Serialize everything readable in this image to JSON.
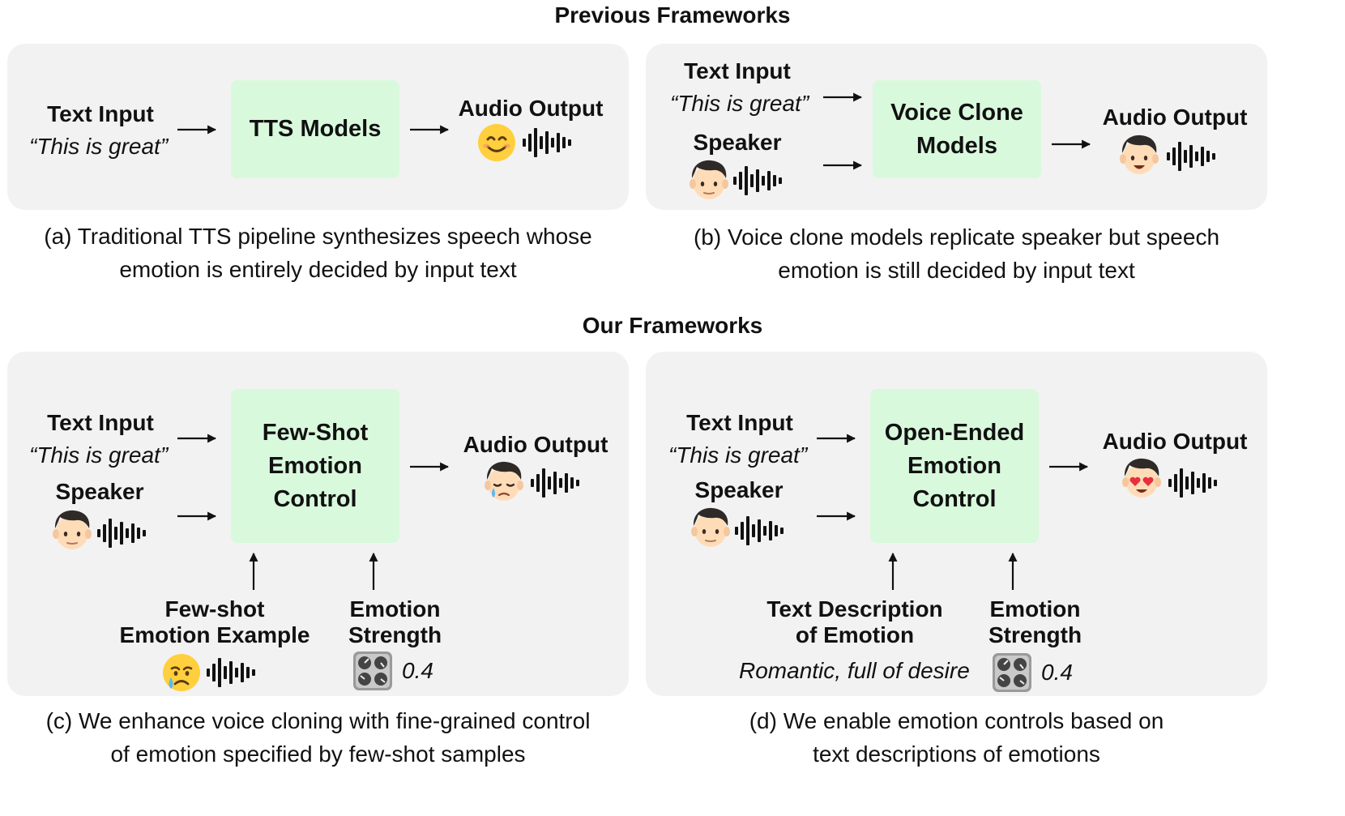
{
  "sections": {
    "previous_title": "Previous Frameworks",
    "ours_title": "Our Frameworks"
  },
  "panel_a": {
    "text_input": "Text Input",
    "quote": "“This is great”",
    "model": "TTS Models",
    "audio_output": "Audio Output",
    "output_emoji": "smiling-face-icon",
    "caption_line1": "(a) Traditional TTS pipeline synthesizes speech whose",
    "caption_line2": "emotion is entirely decided by input text"
  },
  "panel_b": {
    "text_input": "Text Input",
    "quote": "“This is great”",
    "speaker": "Speaker",
    "model_line1": "Voice Clone",
    "model_line2": "Models",
    "audio_output": "Audio Output",
    "output_emoji": "boy-speaking-icon",
    "caption_line1": "(b) Voice clone models replicate speaker but speech",
    "caption_line2": "emotion is still decided by input text"
  },
  "panel_c": {
    "text_input": "Text Input",
    "quote": "“This is great”",
    "speaker": "Speaker",
    "model_line1": "Few-Shot",
    "model_line2": "Emotion",
    "model_line3": "Control",
    "audio_output": "Audio Output",
    "output_emoji": "boy-crying-icon",
    "example_line1": "Few-shot",
    "example_line2": "Emotion Example",
    "strength_line1": "Emotion",
    "strength_line2": "Strength",
    "strength_value": "0.4",
    "caption_line1": "(c) We enhance voice cloning with fine-grained control",
    "caption_line2": "of emotion specified by few-shot samples"
  },
  "panel_d": {
    "text_input": "Text Input",
    "quote": "“This is great”",
    "speaker": "Speaker",
    "model_line1": "Open-Ended",
    "model_line2": "Emotion",
    "model_line3": "Control",
    "audio_output": "Audio Output",
    "output_emoji": "boy-heart-eyes-icon",
    "desc_line1": "Text Description",
    "desc_line2": "of Emotion",
    "desc_example": "Romantic, full of desire",
    "strength_line1": "Emotion",
    "strength_line2": "Strength",
    "strength_value": "0.4",
    "caption_line1": "(d) We enable emotion controls based on",
    "caption_line2": "text descriptions of emotions"
  },
  "colors": {
    "panel_bg": "#f2f2f2",
    "model_box": "#d9f9dd",
    "emoji_yellow": "#ffcf3d",
    "hair": "#2e2a28",
    "skin": "#ffdcb8"
  }
}
